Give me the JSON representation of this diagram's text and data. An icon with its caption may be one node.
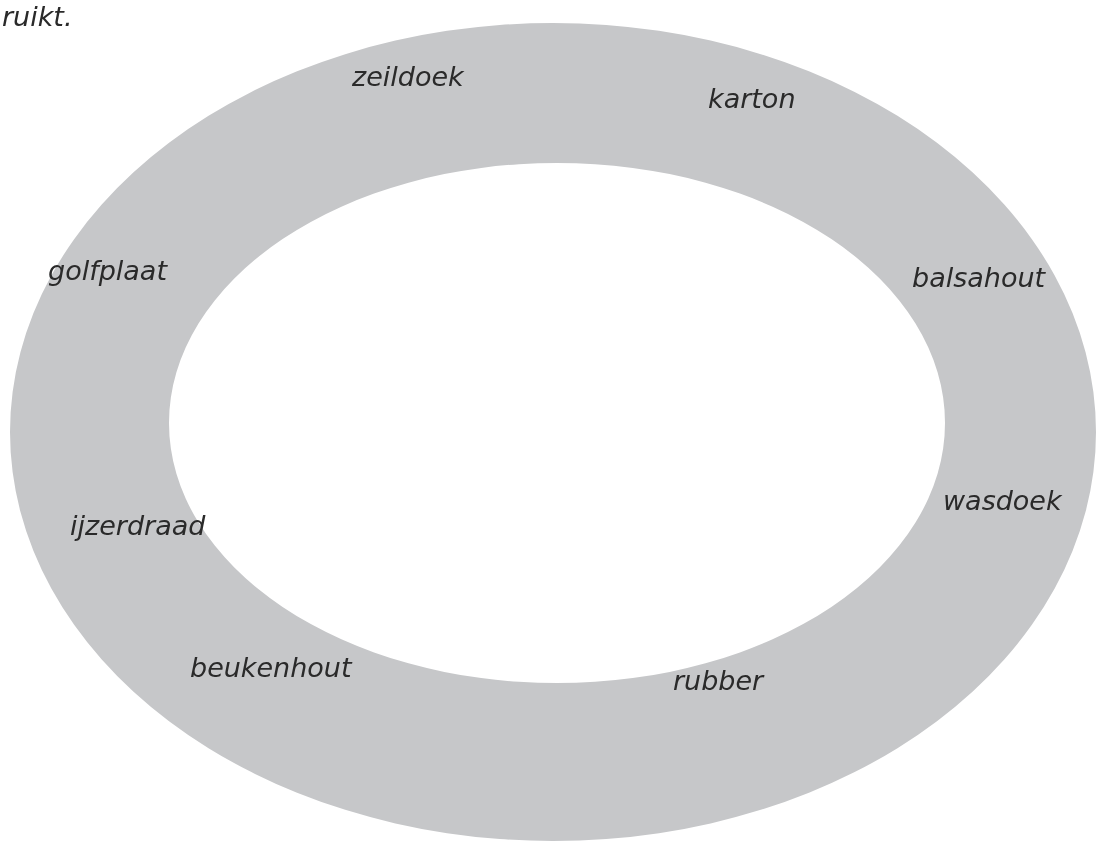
{
  "diagram": {
    "nodes": [
      {
        "text": [
          "zeildoek",
          "karton",
          "golfplaat",
          "balsahout",
          "wasdoek",
          "ijzerdraad",
          "beukenhout",
          "rubber"
        ]
      }
    ],
    "edges": [],
    "labels": [
      "ruikt."
    ]
  }
}
